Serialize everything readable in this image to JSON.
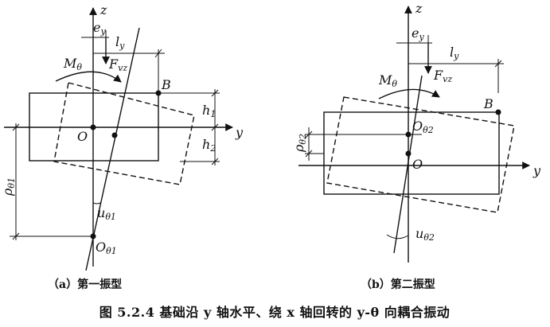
{
  "figure": {
    "caption": "图 5.2.4  基础沿 y 轴水平、绕 x 轴回转的 y-θ 向耦合振动",
    "panels": [
      {
        "subtitle": "（a）第一振型",
        "labels": {
          "z": "z",
          "y": "y",
          "ey": "e",
          "ey_sub": "y",
          "ly": "l",
          "ly_sub": "y",
          "M": "M",
          "M_sub": "θ",
          "F": "F",
          "F_sub": "vz",
          "B": "B",
          "O": "O",
          "h1": "h",
          "h1_sub": "1",
          "h2": "h",
          "h2_sub": "2",
          "rho": "ρ",
          "rho_sub": "θ1",
          "u": "u",
          "u_sub": "θ1",
          "O_rot": "O",
          "O_rot_sub": "θ1"
        }
      },
      {
        "subtitle": "（b）第二振型",
        "labels": {
          "z": "z",
          "y": "y",
          "ey": "e",
          "ey_sub": "y",
          "ly": "l",
          "ly_sub": "y",
          "M": "M",
          "M_sub": "θ",
          "F": "F",
          "F_sub": "vz",
          "B": "B",
          "O": "O",
          "O_rot": "O",
          "O_rot_sub": "θ2",
          "rho": "ρ",
          "rho_sub": "θ2",
          "u": "u",
          "u_sub": "θ2"
        }
      }
    ]
  }
}
